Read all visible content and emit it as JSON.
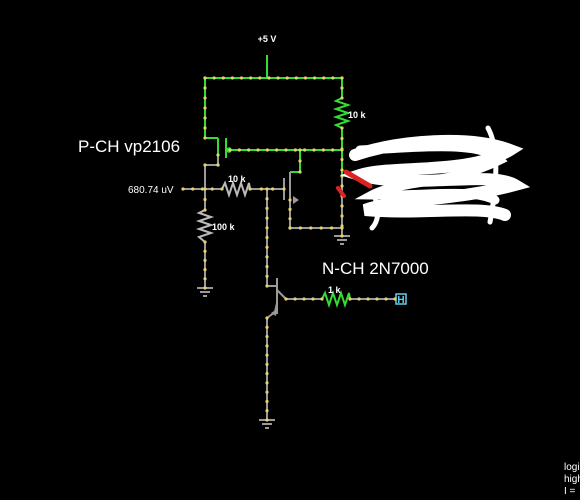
{
  "labels": {
    "supply": "+5 V",
    "pmos": "P-CH vp2106",
    "nmos": "N-CH 2N7000",
    "input_voltage": "680.74 uV",
    "r_top": "10 k",
    "r_series": "10 k",
    "r_pulldown": "100 k",
    "r_output": "1 k"
  },
  "info_panel": {
    "line1": "logi",
    "line2": "high",
    "line3": "I ="
  },
  "colors": {
    "background": "#000000",
    "wire_active": "#33dd33",
    "wire_idle": "#9a9a9a",
    "node": "#e6d26a",
    "scribble": "#ffffff",
    "scribble_accent": "#dd2222",
    "output_probe": "#66ccee"
  }
}
